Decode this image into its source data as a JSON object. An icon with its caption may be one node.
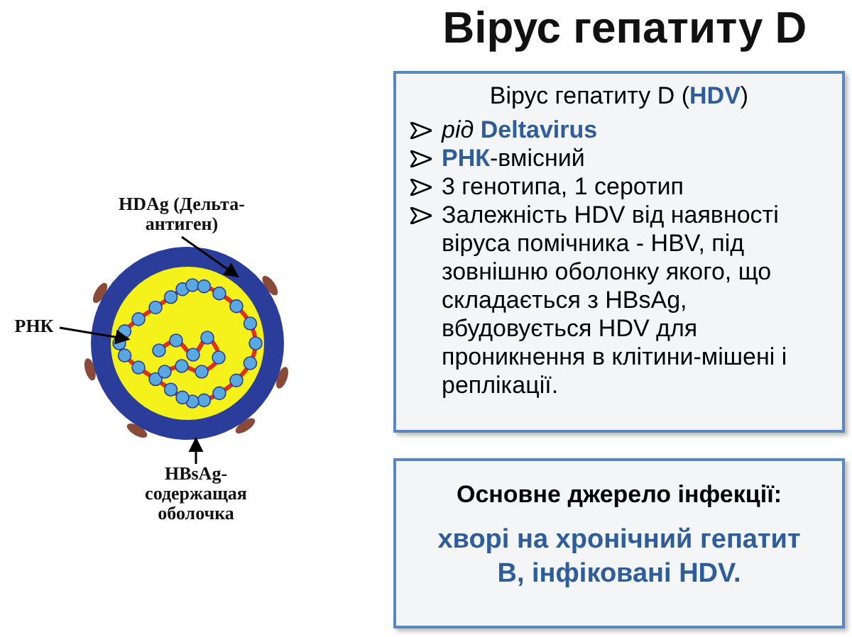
{
  "diagram": {
    "title": "Вірус гепатиту D",
    "nodes": [
      {
        "text": [
          "Вірус гепатиту D (**HDV**)",
          "*рід* **Deltavirus**",
          "**РНК**-вмісний",
          "3 генотипа, 1 серотип",
          "Залежність HDV від наявності віруса помічника - HBV, під зовнішню оболонку якого, що складається з HBsAg, вбудовується HDV для проникнення в клітини-мішені і реплікації."
        ]
      },
      {
        "text": [
          "Основне джерело інфекції:",
          "хворі на хронічний гепатит B, інфіковані HDV."
        ]
      },
      {
        "text": [
          "HDAg (Дельта-антиген)"
        ]
      },
      {
        "text": [
          "РНК"
        ]
      },
      {
        "text": [
          "HBsAg-содержащая оболочка"
        ]
      },
      {
        "text": [],
        "shape": "picture"
      }
    ],
    "edges": [
      {
        "from": 2,
        "to": 5,
        "arrow": "to"
      },
      {
        "from": 3,
        "to": 5,
        "arrow": "to"
      },
      {
        "from": 4,
        "to": 5,
        "arrow": "to"
      }
    ]
  }
}
